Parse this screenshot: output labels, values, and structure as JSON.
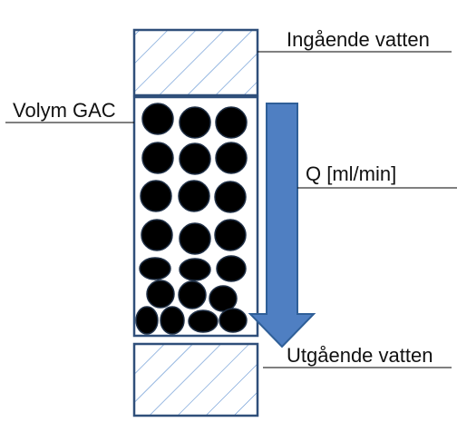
{
  "labels": {
    "inflow": "Ingående vatten",
    "gac_volume": "Volym GAC",
    "flow_rate": "Q [ml/min]",
    "outflow": "Utgående vatten"
  },
  "colors": {
    "outline": "#2f4f7a",
    "hatch": "#5b8fd0",
    "arrow_fill": "#4f7fc2",
    "arrow_stroke": "#2f5f98",
    "granule": "#000000",
    "granule_stroke": "#1f2f45",
    "leader_line": "#000000",
    "label_text": "#111111"
  },
  "components": {
    "top_layer": "hatched-water-inlet",
    "column": "granular-activated-carbon-bed",
    "bottom_layer": "hatched-water-outlet",
    "arrow": "downward-flow-arrow"
  }
}
